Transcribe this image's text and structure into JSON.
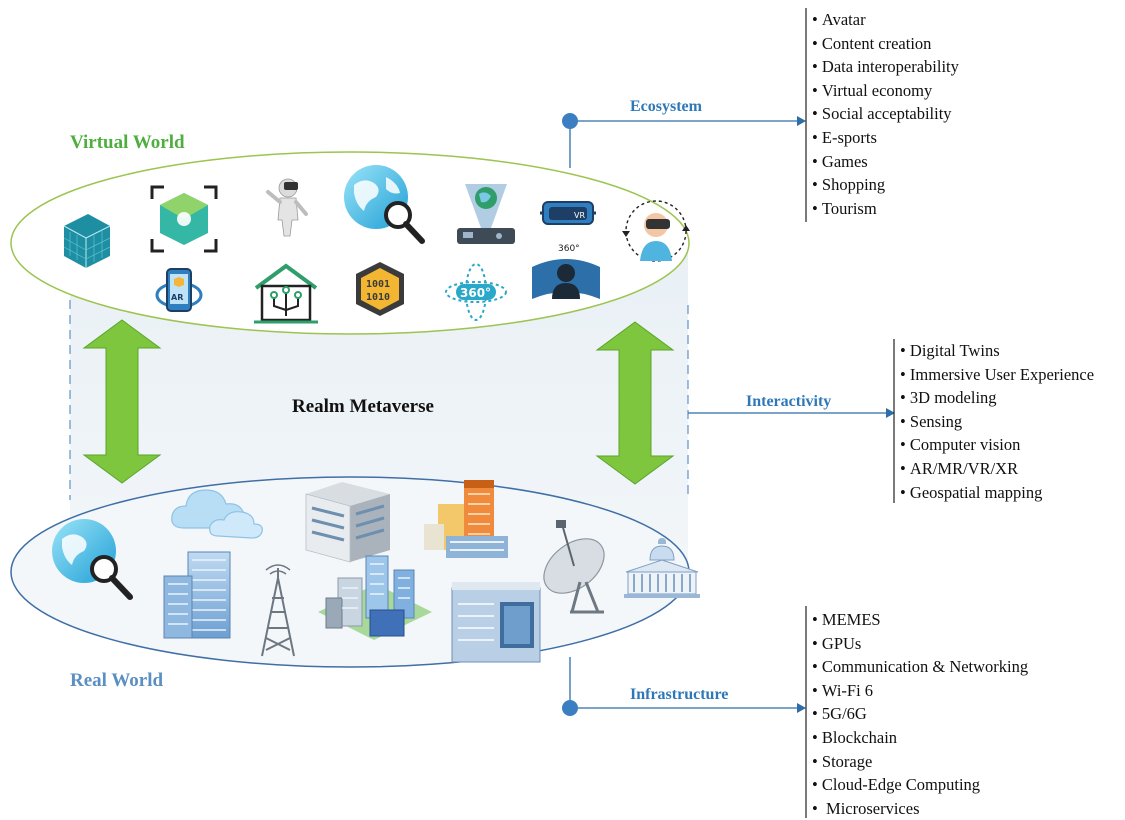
{
  "virtual_world": {
    "title": "Virtual World",
    "icons": [
      "3d-cube-icon",
      "ar-scan-icon",
      "vr-figure-icon",
      "globe-search-icon",
      "hologram-projector-icon",
      "vr-headset-icon",
      "vr-user-rotate-icon",
      "ar-phone-icon",
      "smart-home-icon",
      "binary-chip-icon",
      "360-view-icon",
      "360-user-icon"
    ],
    "labels": {
      "vr_badge": "VR",
      "ar_badge": "AR",
      "view360": "360°",
      "binary_top": "1001",
      "binary_bottom": "1010"
    }
  },
  "real_world": {
    "title": "Real World",
    "icons": [
      "globe-search-icon",
      "cloud-icon",
      "office-building-icon",
      "tower-building-icon",
      "skyscraper-icon",
      "radio-tower-icon",
      "city-blocks-icon",
      "modern-building-icon",
      "satellite-dish-icon",
      "government-building-icon"
    ]
  },
  "center": {
    "label": "Realm Metaverse"
  },
  "branches": [
    {
      "label": "Ecosystem",
      "items": [
        "Avatar",
        "Content creation",
        "Data interoperability",
        "Virtual economy",
        "Social acceptability",
        "E-sports",
        "Games",
        "Shopping",
        "Tourism"
      ]
    },
    {
      "label": "Interactivity",
      "items": [
        "Digital Twins",
        "Immersive User Experience",
        "3D modeling",
        "Sensing",
        "Computer vision",
        "AR/MR/VR/XR",
        "Geospatial mapping"
      ]
    },
    {
      "label": "Infrastructure",
      "items": [
        "MEMES",
        "GPUs",
        "Communication & Networking",
        "Wi-Fi 6",
        "5G/6G",
        "Blockchain",
        "Storage",
        "Cloud-Edge Computing",
        " Microservices"
      ]
    }
  ],
  "colors": {
    "virtual_title": "#4fae3f",
    "real_title": "#5a8fc4",
    "branch_label": "#2e78b8",
    "arrow_fill": "#7ec63d",
    "connector": "#2e6da8",
    "band_fill": "#eef3f7"
  }
}
